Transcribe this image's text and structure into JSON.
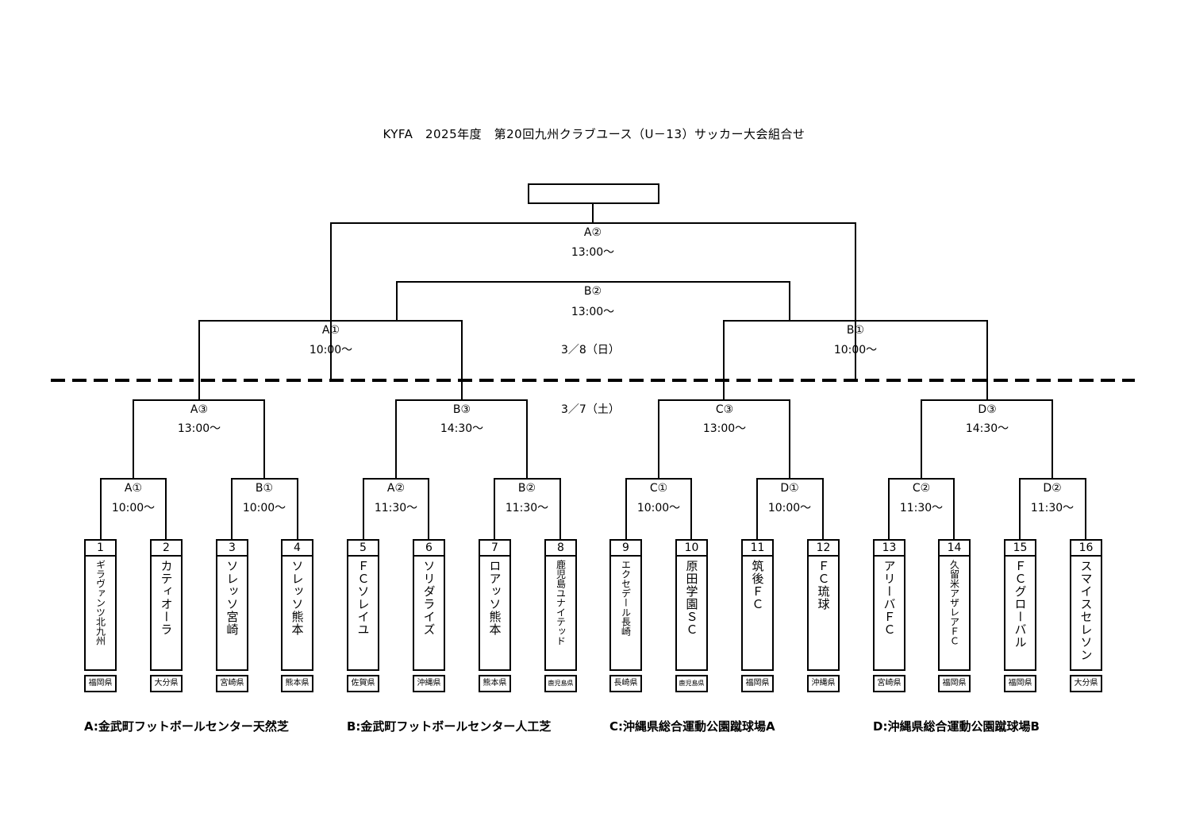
{
  "title": "KYFA　2025年度　第20回九州クラブユース（U－13）サッカー大会組合せ",
  "final_box": "",
  "dates": {
    "day2": "3／8（日）",
    "day1": "3／7（土）"
  },
  "matches": {
    "final": {
      "code": "A②",
      "time": "13:00～"
    },
    "third": {
      "code": "B②",
      "time": "13:00～"
    },
    "semi_left": {
      "code": "A①",
      "time": "10:00～"
    },
    "semi_right": {
      "code": "B①",
      "time": "10:00～"
    },
    "qf1": {
      "code": "A③",
      "time": "13:00～"
    },
    "qf2": {
      "code": "B③",
      "time": "14:30～"
    },
    "qf3": {
      "code": "C③",
      "time": "13:00～"
    },
    "qf4": {
      "code": "D③",
      "time": "14:30～"
    },
    "r1": [
      {
        "code": "A①",
        "time": "10:00～"
      },
      {
        "code": "B①",
        "time": "10:00～"
      },
      {
        "code": "A②",
        "time": "11:30～"
      },
      {
        "code": "B②",
        "time": "11:30～"
      },
      {
        "code": "C①",
        "time": "10:00～"
      },
      {
        "code": "D①",
        "time": "10:00～"
      },
      {
        "code": "C②",
        "time": "11:30～"
      },
      {
        "code": "D②",
        "time": "11:30～"
      }
    ]
  },
  "teams": [
    {
      "num": "1",
      "name": "ギラヴァンツ北九州",
      "pref": "福岡県"
    },
    {
      "num": "2",
      "name": "カティオーラ",
      "pref": "大分県"
    },
    {
      "num": "3",
      "name": "ソレッソ宮崎",
      "pref": "宮崎県"
    },
    {
      "num": "4",
      "name": "ソレッソ熊本",
      "pref": "熊本県"
    },
    {
      "num": "5",
      "name": "ＦＣソレイユ",
      "pref": "佐賀県"
    },
    {
      "num": "6",
      "name": "ソリダライズ",
      "pref": "沖縄県"
    },
    {
      "num": "7",
      "name": "ロアッソ熊本",
      "pref": "熊本県"
    },
    {
      "num": "8",
      "name": "鹿児島ユナイテッド",
      "pref": "鹿児島県"
    },
    {
      "num": "9",
      "name": "エクセデール長崎",
      "pref": "長崎県"
    },
    {
      "num": "10",
      "name": "原田学園ＳＣ",
      "pref": "鹿児島県"
    },
    {
      "num": "11",
      "name": "筑後ＦＣ",
      "pref": "福岡県"
    },
    {
      "num": "12",
      "name": "ＦＣ琉球",
      "pref": "沖縄県"
    },
    {
      "num": "13",
      "name": "アリーバＦＣ",
      "pref": "宮崎県"
    },
    {
      "num": "14",
      "name": "久留米アザレアＦＣ",
      "pref": "福岡県"
    },
    {
      "num": "15",
      "name": "ＦＣグローバル",
      "pref": "福岡県"
    },
    {
      "num": "16",
      "name": "スマイスセレソン",
      "pref": "大分県"
    }
  ],
  "venues": [
    "A:金武町フットボールセンター天然芝",
    "B:金武町フットボールセンター人工芝",
    "C:沖縄県総合運動公園蹴球場A",
    "D:沖縄県総合運動公園蹴球場B"
  ]
}
